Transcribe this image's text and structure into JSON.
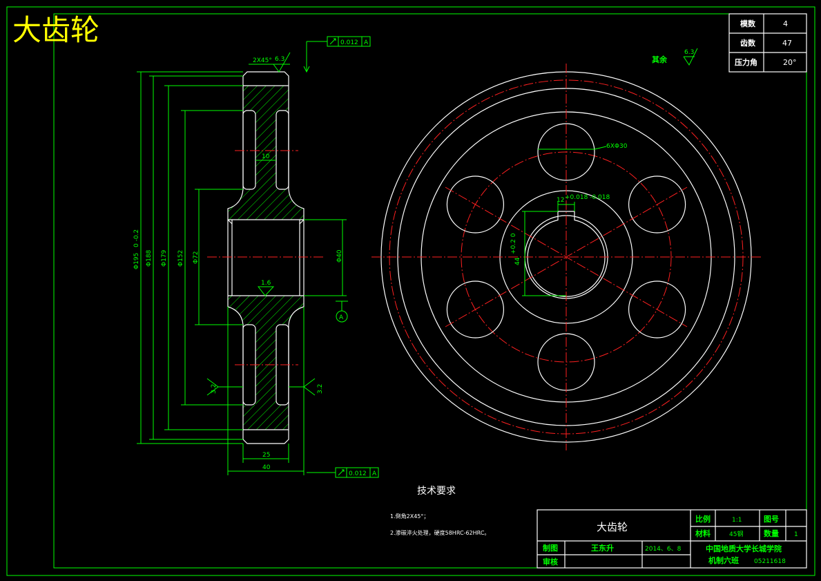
{
  "drawing_title": "大齿轮",
  "params": {
    "rows": [
      {
        "label": "模数",
        "value": "4"
      },
      {
        "label": "齿数",
        "value": "47"
      },
      {
        "label": "压力角",
        "value": "20°"
      }
    ]
  },
  "surface_remaining": {
    "label": "其余",
    "value": "6.3"
  },
  "section_view": {
    "chamfer_label": "2X45°",
    "roughness_top": "6.3",
    "runout_top": "0.012",
    "datum_ref": "A",
    "dia_outer": "Φ195",
    "dia_outer_tol": "0 -0.2",
    "dia_188": "Φ188",
    "dia_179": "Φ179",
    "dia_152": "Φ152",
    "dia_72": "Φ72",
    "dia_40": "Φ40",
    "web_thickness": "10",
    "bore_roughness": "1.6",
    "roughness_left": "3.2",
    "roughness_right": "3.2",
    "width_25": "25",
    "width_40": "40",
    "runout_bottom": "0.012",
    "datum_label": "A"
  },
  "front_view": {
    "holes_label": "6XΦ30",
    "keyway_width": "12",
    "keyway_tol": "+0.018 -0.018",
    "keyway_depth": "44",
    "keyway_depth_tol": "+0.2 0"
  },
  "tech_req": {
    "title": "技术要求",
    "items": [
      "1.倒角2X45°；",
      "2.渗碳淬火处理，硬度58HRC-62HRC。"
    ]
  },
  "title_block": {
    "part_name": "大齿轮",
    "scale_label": "比例",
    "scale_value": "1:1",
    "drawing_no_label": "图号",
    "drawing_no_value": "",
    "material_label": "材料",
    "material_value": "45钢",
    "quantity_label": "数量",
    "quantity_value": "1",
    "drawn_label": "制图",
    "drawn_name": "王东升",
    "drawn_date": "2014、6、8",
    "checked_label": "审核",
    "school": "中国地质大学长城学院",
    "class_name": "机制六班",
    "student_id": "05211618"
  },
  "colors": {
    "background": "#000000",
    "outline": "#ffffff",
    "dimension": "#00ff00",
    "centerline": "#ff2020",
    "title": "#ffff00"
  }
}
